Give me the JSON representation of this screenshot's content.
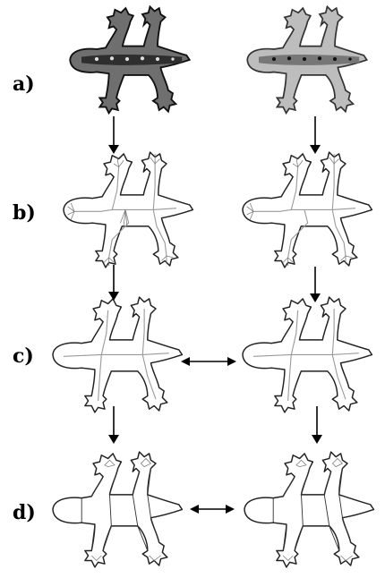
{
  "figure": {
    "row_labels": [
      "a)",
      "b)",
      "c)",
      "d)"
    ]
  }
}
